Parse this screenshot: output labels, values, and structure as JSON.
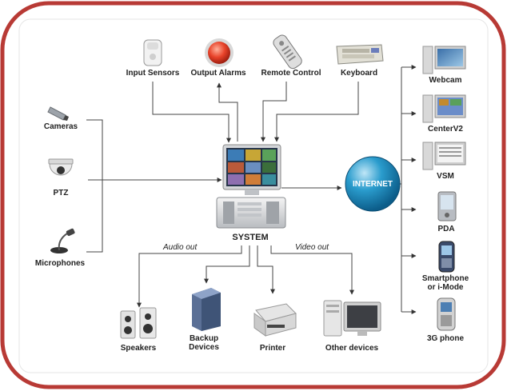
{
  "title": "",
  "inputs_top": {
    "input_sensors": "Input Sensors",
    "output_alarms": "Output Alarms",
    "remote_control": "Remote Control",
    "keyboard": "Keyboard"
  },
  "inputs_left": {
    "cameras": "Cameras",
    "ptz": "PTZ",
    "microphones": "Microphones"
  },
  "center": {
    "system": "SYSTEM",
    "internet": "INTERNET"
  },
  "edges": {
    "audio_out": "Audio out",
    "video_out": "Video out"
  },
  "outputs_bottom": {
    "speakers": "Speakers",
    "backup_devices": "Backup\nDevices",
    "printer": "Printer",
    "other_devices": "Other devices"
  },
  "remote_clients": {
    "webcam": "Webcam",
    "centerv2": "CenterV2",
    "vsm": "VSM",
    "pda": "PDA",
    "smartphone": "Smartphone\nor i-Mode",
    "phone_3g": "3G phone"
  },
  "colors": {
    "frame_border": "#b83a35",
    "line": "#444444",
    "internet": "#1a86b8"
  }
}
